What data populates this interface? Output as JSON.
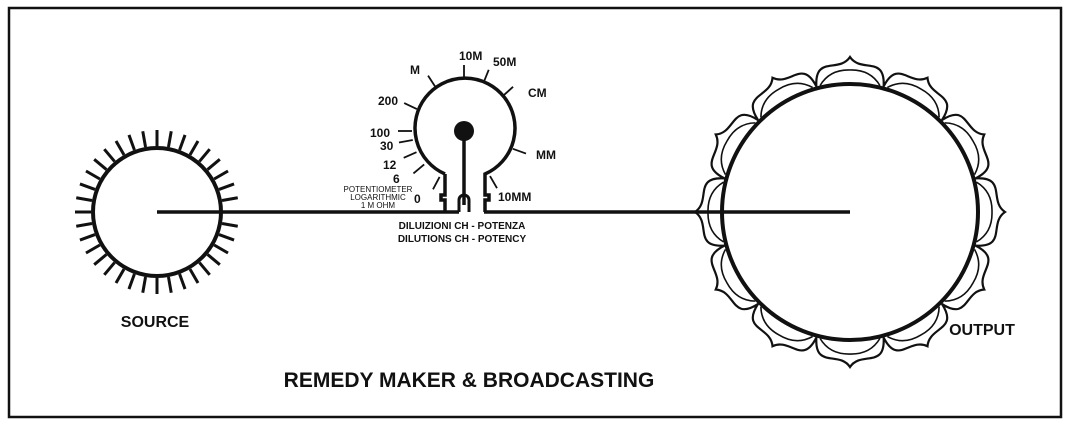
{
  "panel": {
    "title": "REMEDY MAKER & BROADCASTING",
    "source_label": "SOURCE",
    "output_label": "OUTPUT"
  },
  "dial": {
    "scale": [
      "0",
      "6",
      "12",
      "30",
      "100",
      "200",
      "M",
      "10M",
      "50M",
      "CM",
      "MM",
      "10MM"
    ],
    "potentiometer": [
      "POTENTIOMETER",
      "LOGARITHMIC",
      "1 M OHM"
    ],
    "caption_it": "DILUIZIONI CH - POTENZA",
    "caption_en": "DILUTIONS CH - POTENCY"
  },
  "colors": {
    "ink": "#111111",
    "background": "#ffffff"
  }
}
